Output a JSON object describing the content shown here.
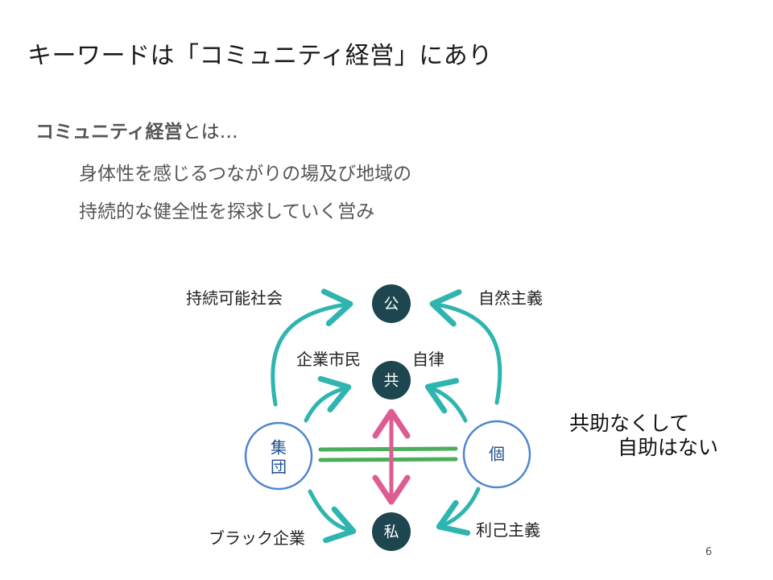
{
  "slide": {
    "title": "キーワードは「コミュニティ経営」にあり",
    "page_number": "6"
  },
  "definition": {
    "term": "コミュニティ経営",
    "suffix": "とは…",
    "line1": "身体性を感じるつながりの場及び地域の",
    "line2": "持続的な健全性を探求していく営み"
  },
  "diagram": {
    "nodes": {
      "public": "公",
      "common": "共",
      "private": "私",
      "group_line1": "集",
      "group_line2": "団",
      "individual": "個"
    },
    "labels": {
      "sustainable_society": "持続可能社会",
      "naturalism": "自然主義",
      "corporate_citizen": "企業市民",
      "autonomy": "自律",
      "black_company": "ブラック企業",
      "egoism": "利己主義"
    },
    "side_text": {
      "line1": "共助なくして",
      "line2": "自助はない"
    },
    "colors": {
      "dark_node": "#1d4650",
      "circle_outline": "#4f86cf",
      "teal_arrow": "#2fb5b0",
      "green_bar": "#4cae5a",
      "pink_arrow": "#dd5c91"
    }
  }
}
